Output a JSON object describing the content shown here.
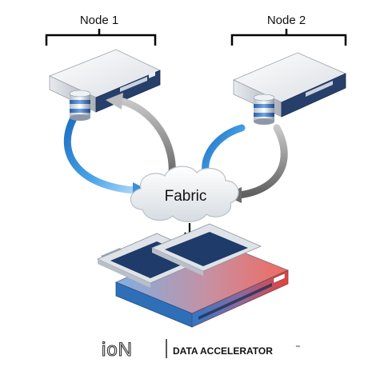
{
  "nodes": [
    {
      "label": "Node 1"
    },
    {
      "label": "Node 2"
    }
  ],
  "fabric": {
    "label": "Fabric"
  },
  "logo": {
    "brand": "ioN",
    "product": "DATA ACCELERATOR",
    "trademark": "™"
  },
  "colors": {
    "arrow_blue": "#3a8fd8",
    "arrow_gray": "#8a8a8a",
    "server_stripe": "#27406b",
    "accel_red": "#e04040",
    "accel_blue": "#3b7fc7"
  }
}
